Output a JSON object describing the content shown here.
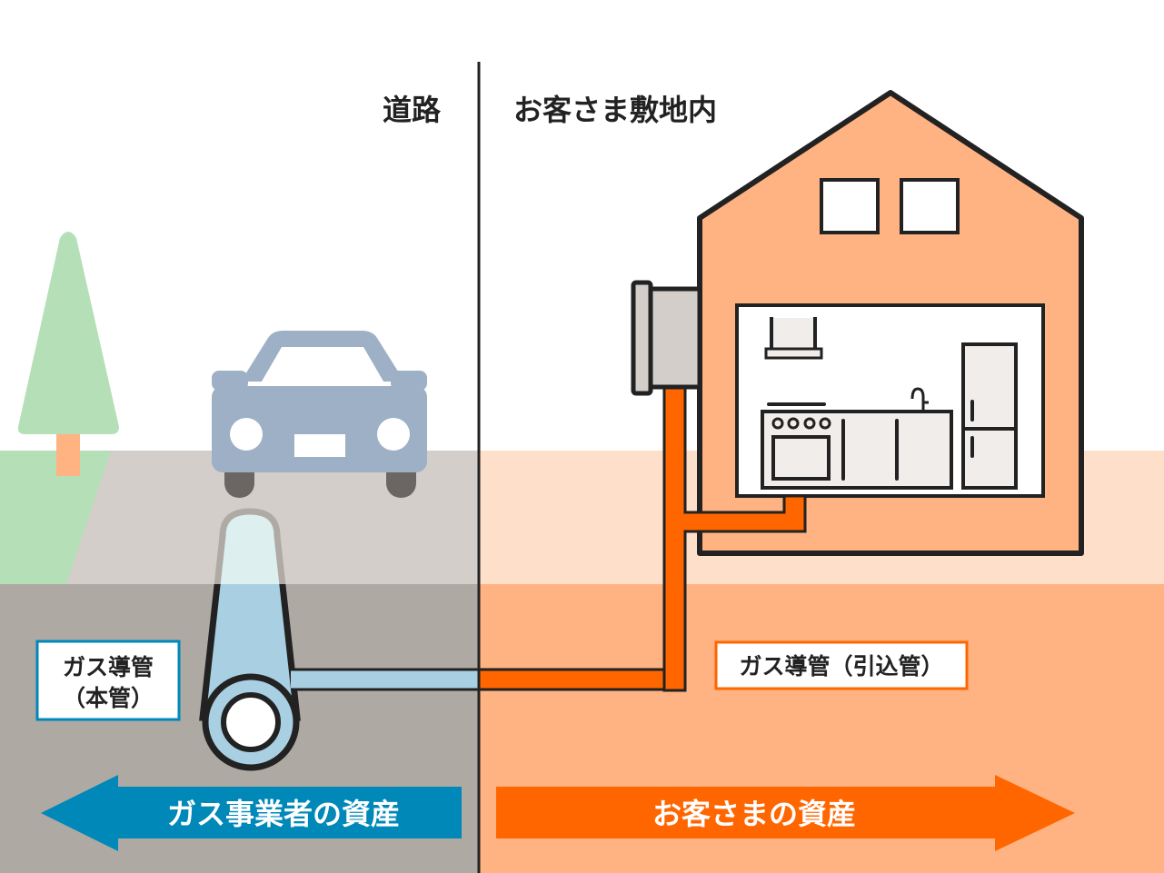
{
  "labels": {
    "road": "道路",
    "customer_premises": "お客さま敷地内",
    "main_pipe_line1": "ガス導管",
    "main_pipe_line2": "（本管）",
    "service_pipe": "ガス導管（引込管）",
    "gas_company_assets": "ガス事業者の資産",
    "customer_assets": "お客さまの資産"
  },
  "colors": {
    "gas_company": "#0088b8",
    "customer": "#ff6600",
    "main_pipe": "#a8cfe2",
    "house": "#ffb383"
  }
}
